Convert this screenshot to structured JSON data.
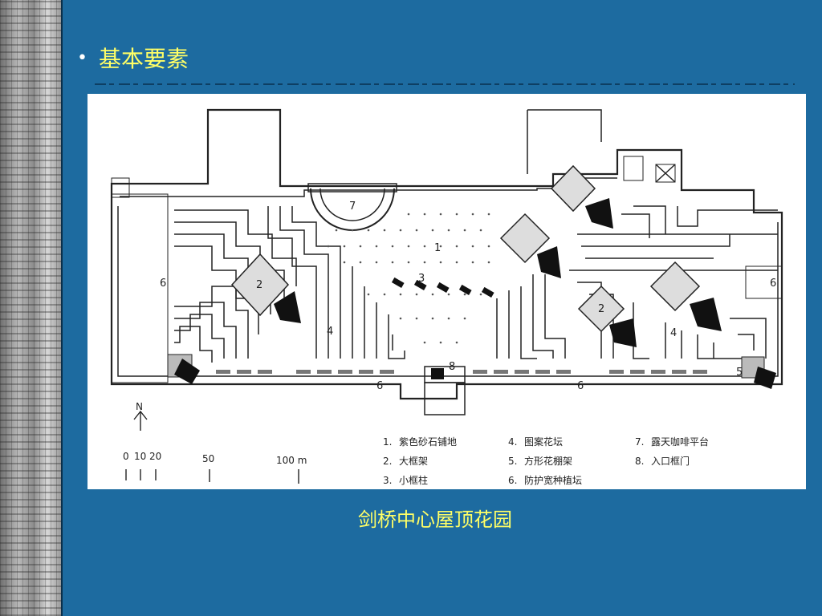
{
  "slide": {
    "bullet_title": "基本要素",
    "caption": "剑桥中心屋顶花园"
  },
  "plan": {
    "area_labels": [
      "1",
      "2",
      "2",
      "3",
      "4",
      "4",
      "5",
      "6",
      "6",
      "6",
      "6",
      "7",
      "8"
    ],
    "north": "N",
    "scale_ticks": [
      "0",
      "10",
      "20",
      "50",
      "100 m"
    ],
    "legend": [
      {
        "no": "1.",
        "text": "紫色砂石铺地"
      },
      {
        "no": "2.",
        "text": "大框架"
      },
      {
        "no": "3.",
        "text": "小框柱"
      },
      {
        "no": "4.",
        "text": "图案花坛"
      },
      {
        "no": "5.",
        "text": "方形花棚架"
      },
      {
        "no": "6.",
        "text": "防护宽种植坛"
      },
      {
        "no": "7.",
        "text": "露天咖啡平台"
      },
      {
        "no": "8.",
        "text": "入口框门"
      }
    ]
  },
  "colors": {
    "background": "#1d6ba0",
    "title": "#ffff66",
    "caption": "#ffff66"
  }
}
